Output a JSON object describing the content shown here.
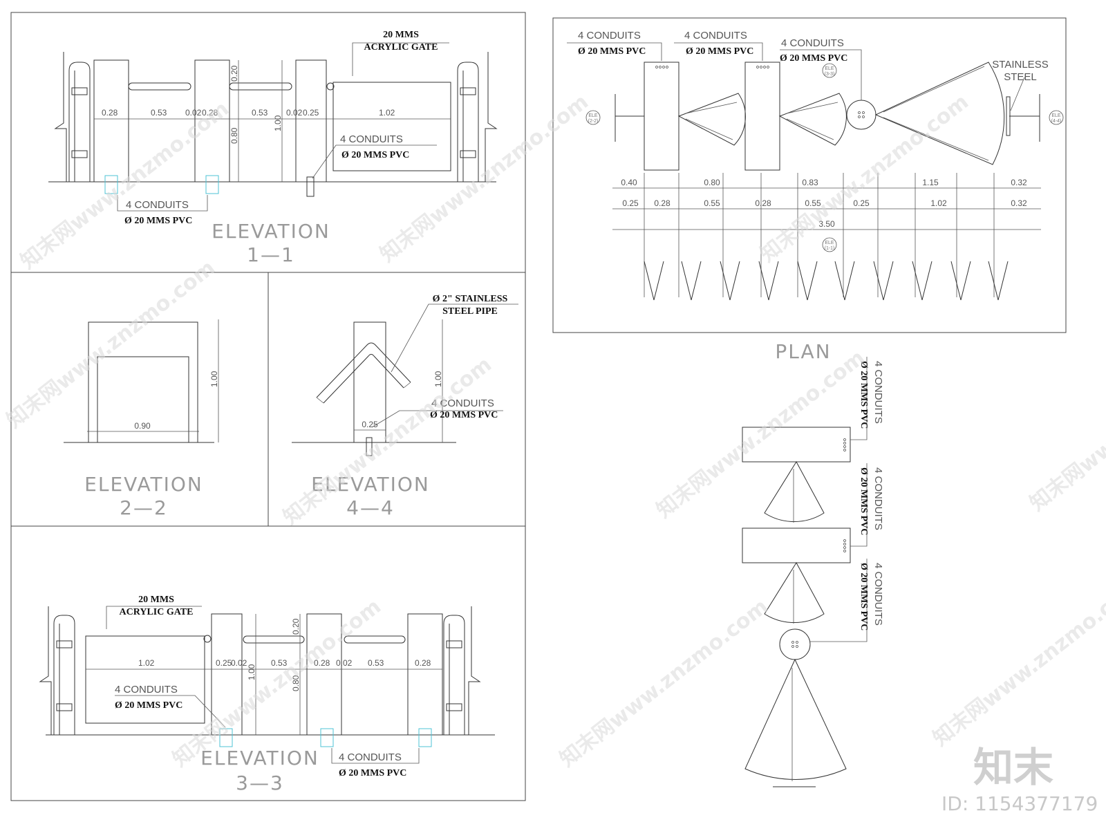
{
  "titles": {
    "elev11": [
      "ELEVATION",
      "1—1"
    ],
    "elev22": [
      "ELEVATION",
      "2—2"
    ],
    "elev44": [
      "ELEVATION",
      "4—4"
    ],
    "elev33": [
      "ELEVATION",
      "3—3"
    ],
    "plan": "PLAN"
  },
  "notes": {
    "gate_line1": "20 MMS",
    "gate_line2": "ACRYLIC GATE",
    "conduits": "4 CONDUITS",
    "pvc": "Ø 20 MMS PVC",
    "pipe_line1": "Ø 2\" STAINLESS",
    "pipe_line2": "STEEL PIPE",
    "ss_line1": "STAINLESS",
    "ss_line2": "STEEL"
  },
  "dims": {
    "e11_row": [
      "0.28",
      "0.53",
      "0.02",
      "0.28",
      "0.53",
      "0.02",
      "0.25",
      "1.02"
    ],
    "e11_vert": [
      "0.20",
      "0.80",
      "1.00"
    ],
    "e22_w": "0.90",
    "e22_h": "1.00",
    "e44_w": "0.25",
    "e44_h": "1.00",
    "e33_row": [
      "1.02",
      "0.25",
      "0.02",
      "0.53",
      "0.28",
      "0.02",
      "0.53",
      "0.28"
    ],
    "e33_vert": [
      "0.20",
      "1.00",
      "0.80"
    ],
    "plan_row1": [
      "0.40",
      "0.80",
      "0.83",
      "1.15",
      "0.32"
    ],
    "plan_row2": [
      "0.25",
      "0.28",
      "0.55",
      "0.28",
      "0.55",
      "0.25",
      "1.02",
      "0.32"
    ],
    "plan_total": "3.50"
  },
  "markers": {
    "m22": [
      "ELE",
      "(2-2)"
    ],
    "m33": [
      "ELE",
      "(3-3)"
    ],
    "m44": [
      "ELE",
      "(4-4)"
    ],
    "m11": [
      "ELE",
      "(1-1)"
    ]
  },
  "watermark": {
    "text": "知末网www.znzmo.com",
    "brand": "知末",
    "id": "ID: 1154377179"
  }
}
